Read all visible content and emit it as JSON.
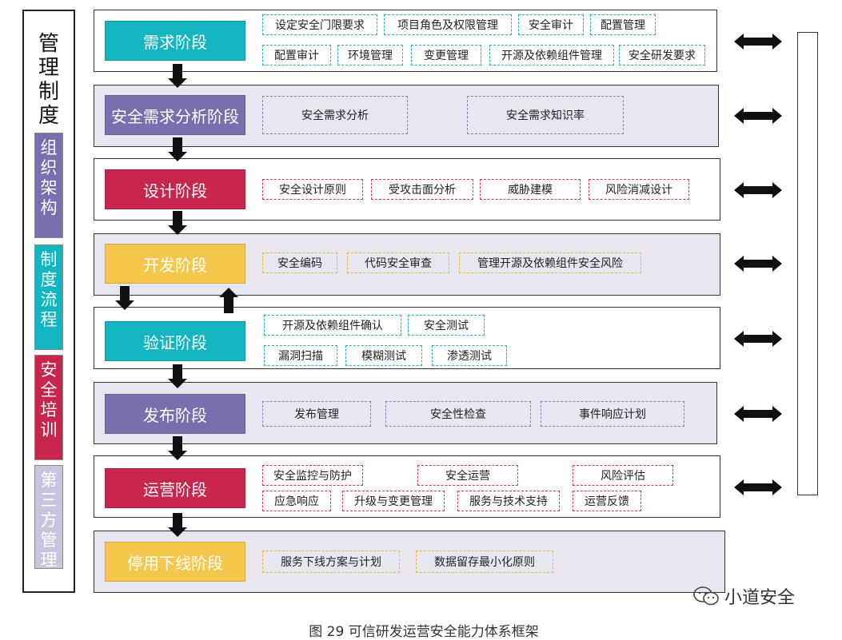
{
  "management": {
    "title": "管理制度",
    "items": [
      {
        "label": "组织架构",
        "color": "#7a6fae"
      },
      {
        "label": "制度流程",
        "color": "#12b5c0"
      },
      {
        "label": "安全培训",
        "color": "#c8264d"
      },
      {
        "label": "第三方管理",
        "color": "#c9c4e0"
      }
    ]
  },
  "stages": [
    {
      "name": "需求阶段",
      "color": "teal",
      "tags": [
        "设定安全门限要求",
        "项目角色及权限管理",
        "安全审计",
        "配置管理",
        "配置审计",
        "环境管理",
        "变更管理",
        "开源及依赖组件管理",
        "安全研发要求"
      ]
    },
    {
      "name": "安全需求分析阶段",
      "color": "purple",
      "tags": [
        "安全需求分析",
        "安全需求知识率"
      ]
    },
    {
      "name": "设计阶段",
      "color": "red",
      "tags": [
        "安全设计原则",
        "受攻击面分析",
        "威胁建模",
        "风险消减设计"
      ]
    },
    {
      "name": "开发阶段",
      "color": "yellow",
      "tags": [
        "安全编码",
        "代码安全审查",
        "管理开源及依赖组件安全风险"
      ]
    },
    {
      "name": "验证阶段",
      "color": "teal",
      "tags": [
        "开源及依赖组件确认",
        "安全测试",
        "漏洞扫描",
        "模糊测试",
        "渗透测试"
      ]
    },
    {
      "name": "发布阶段",
      "color": "purple",
      "tags": [
        "发布管理",
        "安全性检查",
        "事件响应计划"
      ]
    },
    {
      "name": "运营阶段",
      "color": "red",
      "tags": [
        "安全监控与防护",
        "安全运营",
        "风险评估",
        "应急响应",
        "升级与变更管理",
        "服务与技术支持",
        "运营反馈"
      ]
    },
    {
      "name": "停用下线阶段",
      "color": "yellow",
      "tags": [
        "服务下线方案与计划",
        "数据留存最小化原则"
      ]
    }
  ],
  "caption": "图 29 可信研发运营安全能力体系框架",
  "watermark": "小道安全"
}
